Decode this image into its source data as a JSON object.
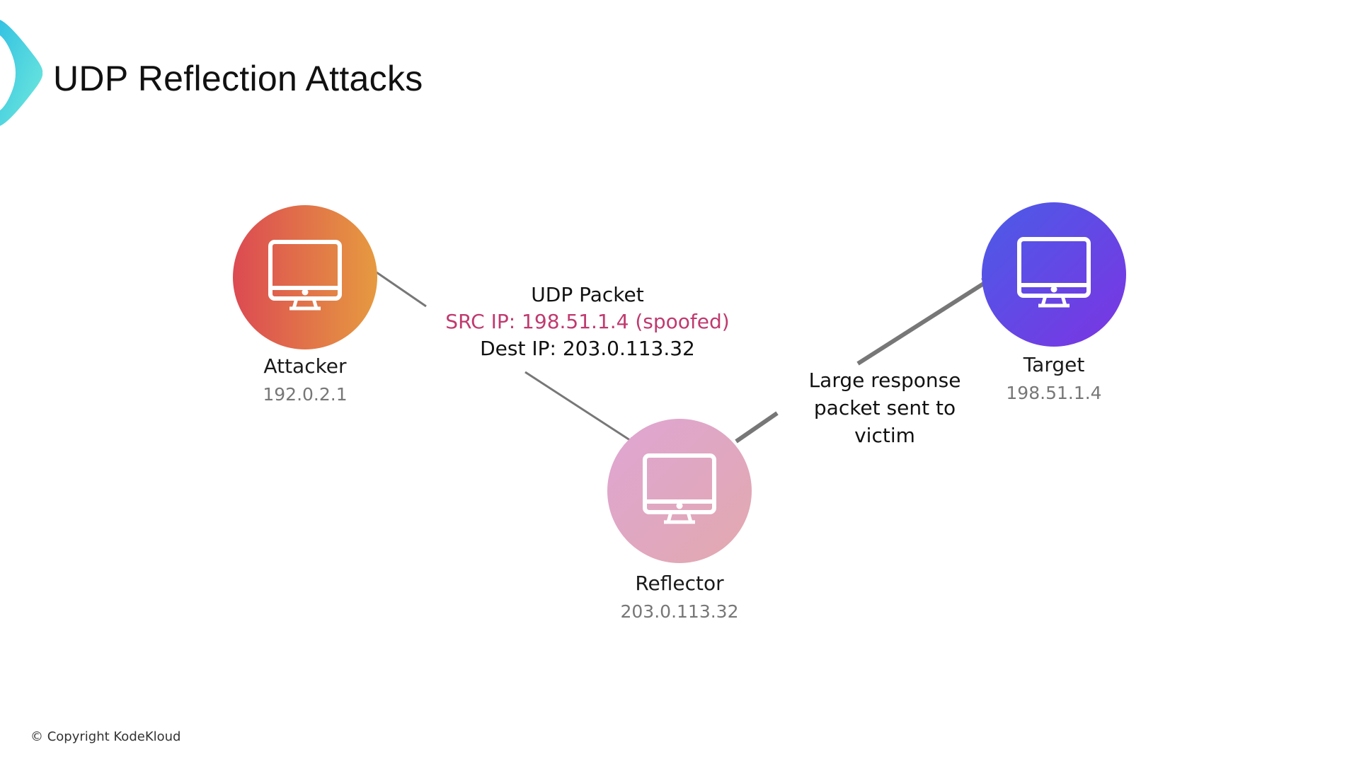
{
  "title": "UDP Reflection Attacks",
  "nodes": {
    "attacker": {
      "label": "Attacker",
      "ip": "192.0.2.1",
      "icon": "monitor-icon",
      "colors": [
        "#dc4a52",
        "#e69a40"
      ]
    },
    "reflector": {
      "label": "Reflector",
      "ip": "203.0.113.32",
      "icon": "monitor-icon",
      "colors": [
        "#dfa6d4",
        "#e2a8ae"
      ]
    },
    "target": {
      "label": "Target",
      "ip": "198.51.1.4",
      "icon": "monitor-icon",
      "colors": [
        "#4a5ce8",
        "#7c34e2"
      ]
    }
  },
  "edges": {
    "request": {
      "title": "UDP Packet",
      "src": "SRC IP: 198.51.1.4 (spoofed)",
      "dest": "Dest IP: 203.0.113.32"
    },
    "response": {
      "lines": [
        "Large response",
        "packet sent to",
        "victim"
      ]
    }
  },
  "accent": {
    "spoofed": "#c03a6e",
    "arrow": "#777777",
    "logo": [
      "#35c2e2",
      "#70eadc"
    ]
  },
  "footer": {
    "copyright": "© Copyright KodeKloud"
  }
}
